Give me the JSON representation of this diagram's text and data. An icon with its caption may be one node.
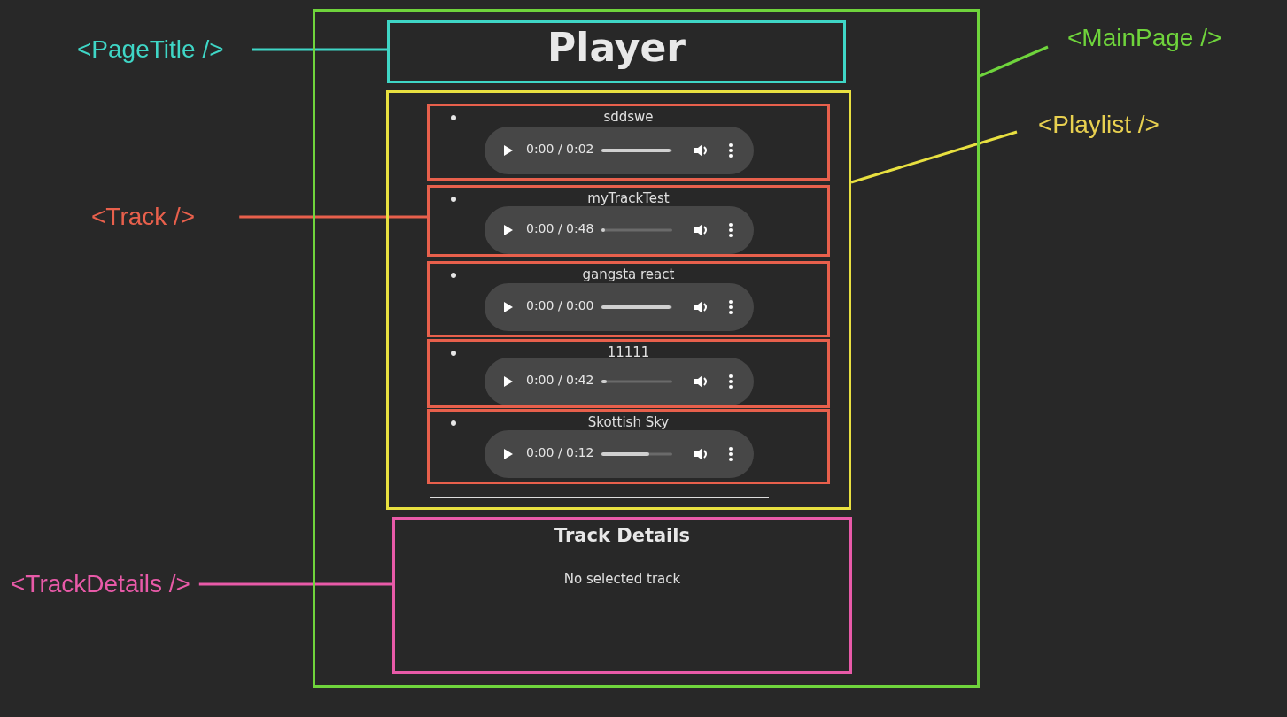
{
  "diagram": {
    "nodes": [
      {
        "text": [
          "<PageTitle />"
        ]
      },
      {
        "text": [
          "<MainPage />"
        ]
      },
      {
        "text": [],
        "shape": "box"
      },
      {
        "text": [
          "Player"
        ],
        "in": 2
      },
      {
        "text": [
          "<Playlist />"
        ]
      },
      {
        "text": [
          "<Track />"
        ]
      },
      {
        "text": [],
        "shape": "box",
        "in": 2
      },
      {
        "text": [
          "sddswe",
          "0:00 / 0:02"
        ],
        "in": 6
      },
      {
        "text": [
          "myTrackTest",
          "0:00 / 0:48"
        ],
        "in": 6
      },
      {
        "text": [
          "gangsta react",
          "0:00 / 0:00"
        ],
        "in": 6
      },
      {
        "text": [
          "11111",
          "0:00 / 0:42"
        ],
        "in": 6
      },
      {
        "text": [
          "Skottish Sky",
          "0:00 / 0:12"
        ],
        "in": 6
      },
      {
        "text": [
          "<TrackDetails />"
        ]
      },
      {
        "text": [
          "Track Details",
          "No selected track"
        ],
        "in": 2
      }
    ],
    "edges": [
      {
        "from": 0,
        "to": 3,
        "arrow": "none",
        "color": "#3fd6c6"
      },
      {
        "from": 1,
        "to": 2,
        "arrow": "none",
        "color": "#6fd43c"
      },
      {
        "from": 4,
        "to": 6,
        "arrow": "none",
        "color": "#e8e040"
      },
      {
        "from": 5,
        "to": 8,
        "arrow": "none",
        "color": "#e8604c"
      },
      {
        "from": 12,
        "to": 13,
        "arrow": "none",
        "color": "#e85aa8"
      }
    ]
  }
}
